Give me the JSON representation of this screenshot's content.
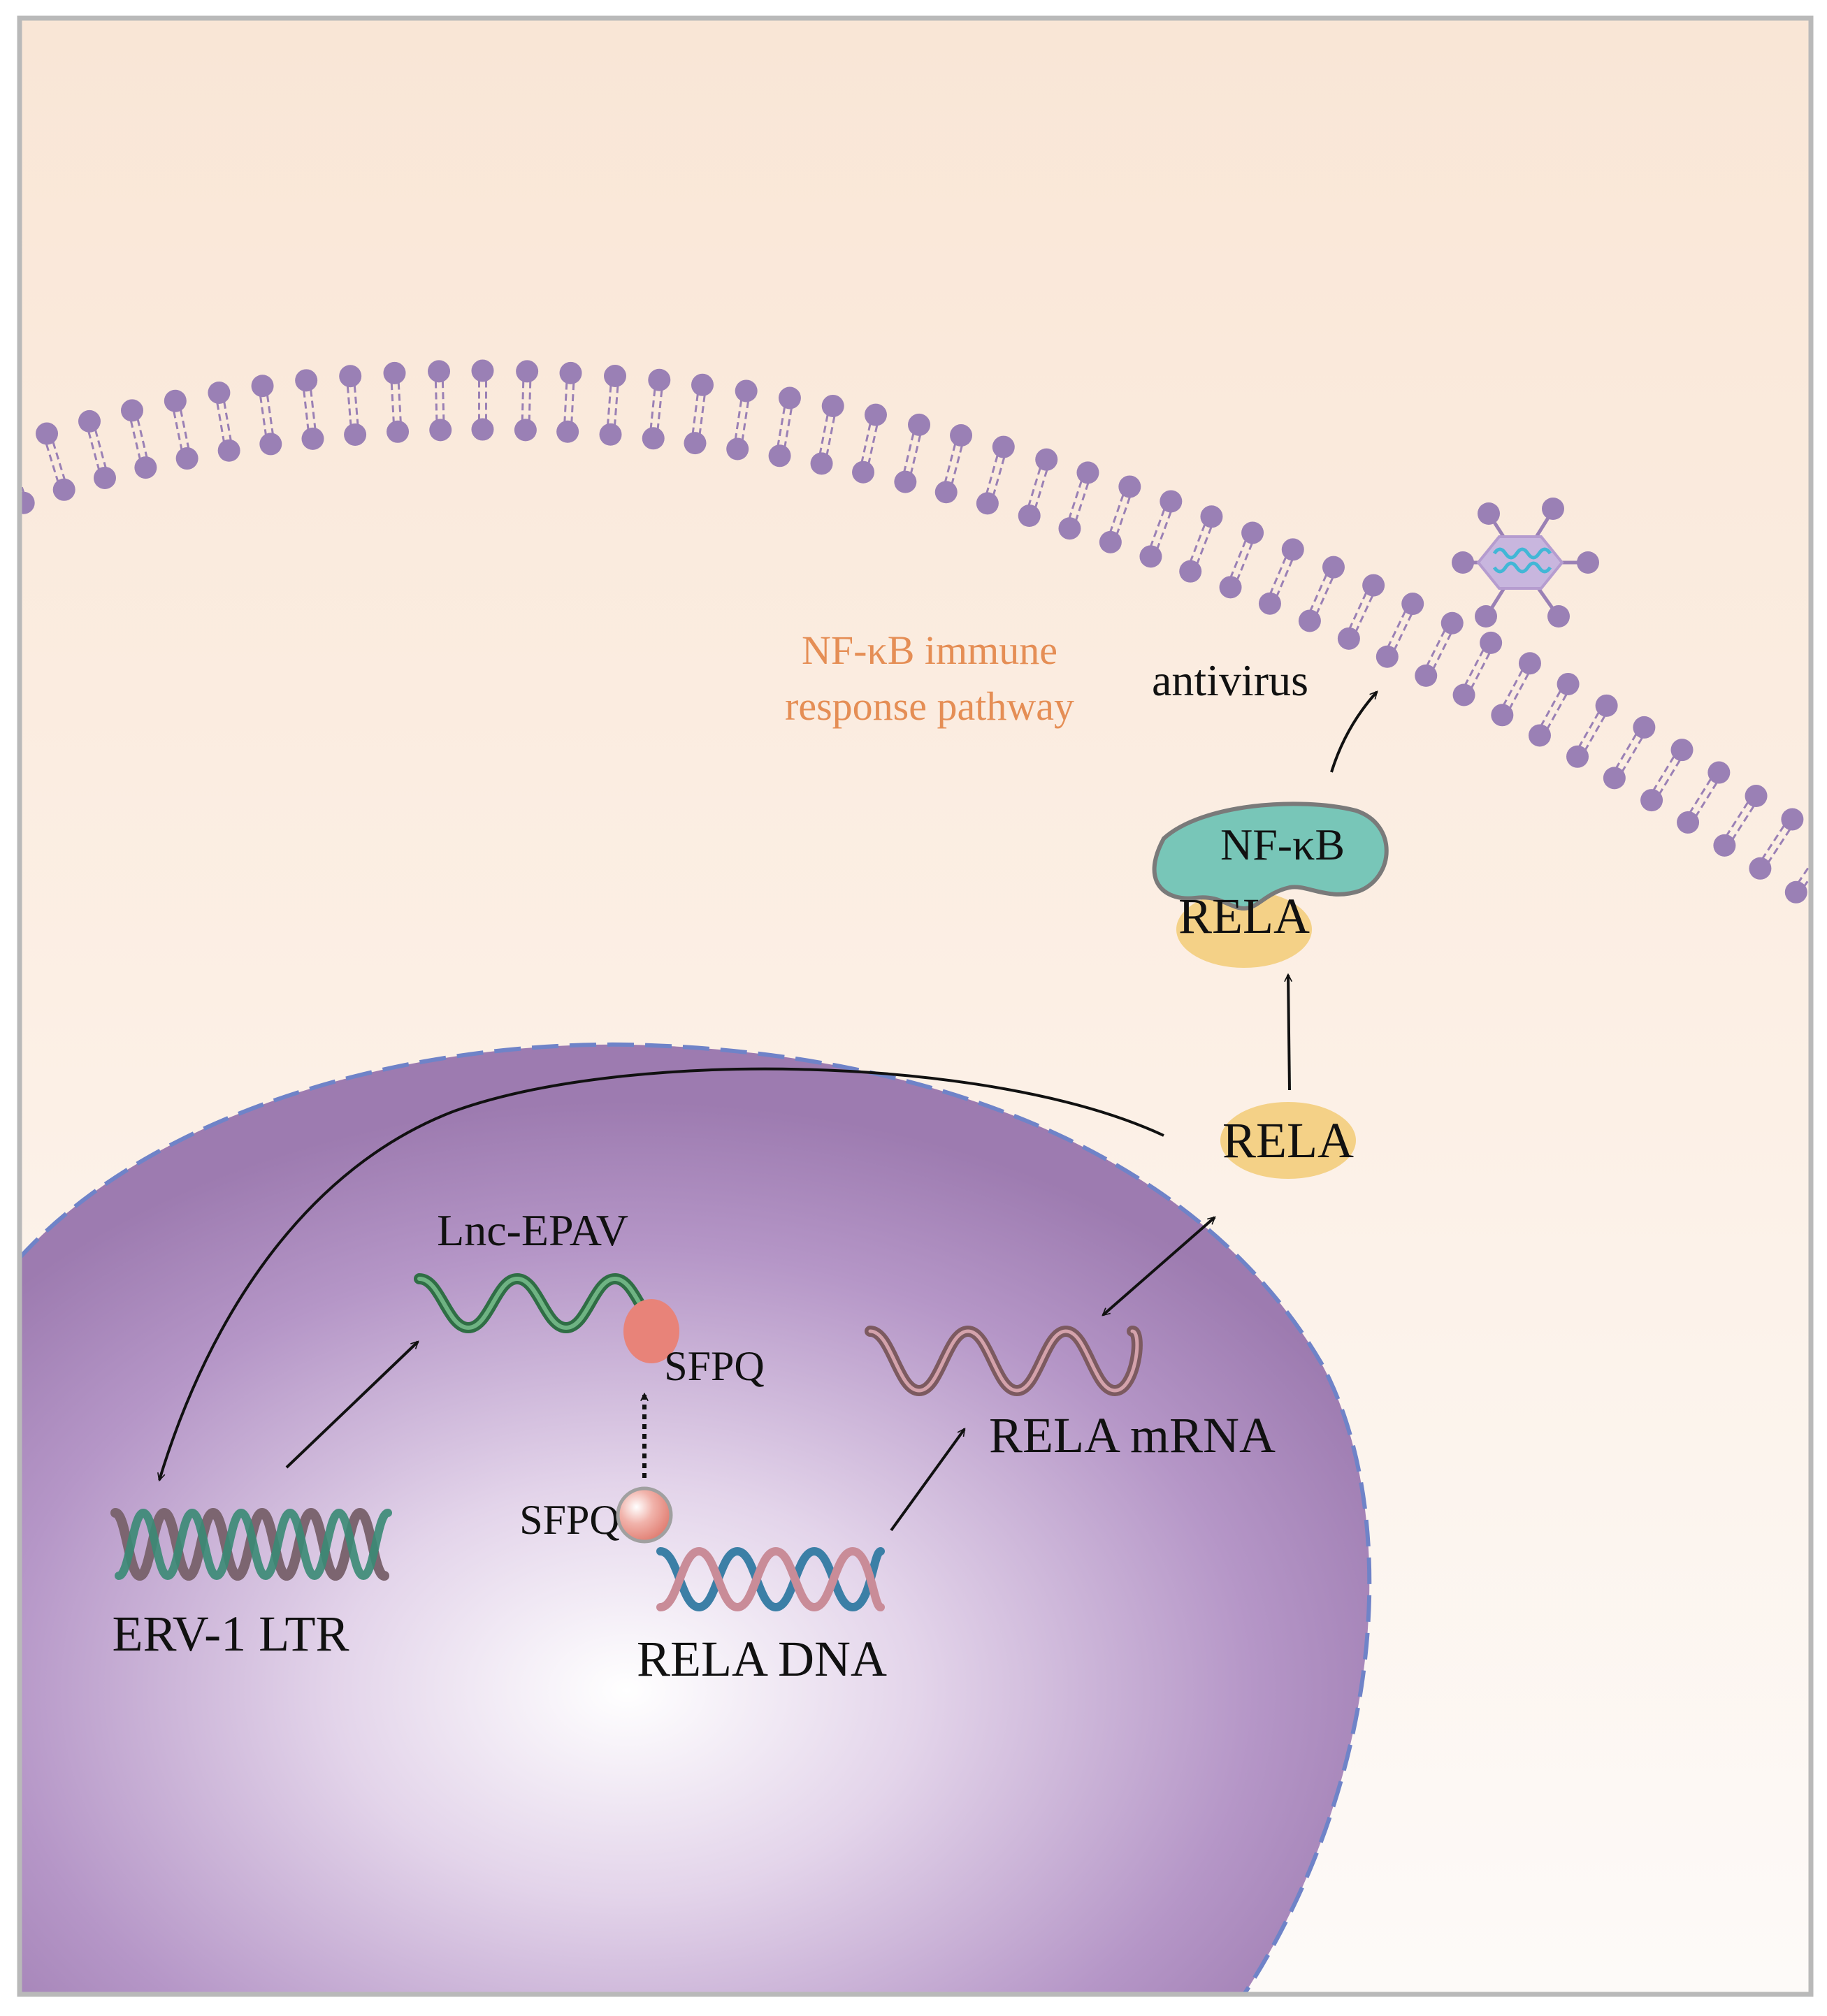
{
  "diagram": {
    "labels": {
      "nfkb_pathway_line1": "NF-κB immune",
      "nfkb_pathway_line2": "response pathway",
      "antivirus": "antivirus",
      "nfkb": "NF-κB",
      "rela_complex": "RELA",
      "rela_cyto": "RELA",
      "lnc_epav": "Lnc-EPAV",
      "sfpq_bound": "SFPQ",
      "sfpq_dna": "SFPQ",
      "rela_mrna": "RELA mRNA",
      "erv_ltr": "ERV-1 LTR",
      "rela_dna": "RELA DNA"
    },
    "colors": {
      "cytoplasm_top": "#f9e6d6",
      "cytoplasm_bottom": "#fdf8f4",
      "membrane_dot": "#9a80b5",
      "nucleus_center": "#ffffff",
      "nucleus_edge": "#9d7bb0",
      "nuclear_envelope": "#6f83c8",
      "nfkb_fill": "#78c6b8",
      "rela_fill": "#f4d187",
      "sfpq_fill": "#e88379",
      "pathway_text": "#e58e55",
      "lnc_strand": "#3d8a55",
      "mrna_strand": "#a86c76",
      "dna_strand_blue": "#3b7fa6",
      "dna_strand_pink": "#c98c98",
      "virus_fill": "#c8b6de",
      "virus_core": "#42b7d6"
    },
    "icons": [
      "lipid-bilayer",
      "virus-particle-icon",
      "nfkb-rela-complex",
      "rela-protein",
      "lnc-epav-strand",
      "sfpq-protein",
      "rela-mrna-strand",
      "erv-ltr-helix",
      "rela-dna-helix"
    ]
  }
}
